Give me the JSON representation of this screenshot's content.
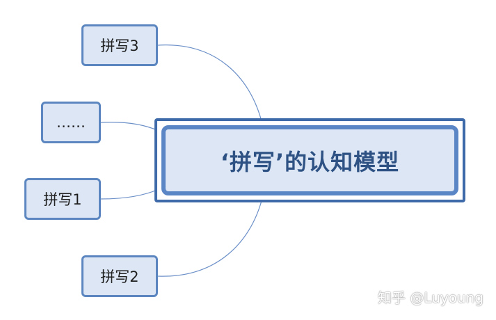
{
  "central": {
    "label": "‘拼写’的认知模型"
  },
  "nodes": {
    "spell3": "拼写3",
    "ellipsis": "……",
    "spell1": "拼写1",
    "spell2": "拼写2"
  },
  "colors": {
    "node_fill": "#dce6f4",
    "node_border": "#5b86bf",
    "central_text": "#2e5284",
    "connector": "#6b8fc8"
  },
  "watermark": "知乎 @Luyoung"
}
